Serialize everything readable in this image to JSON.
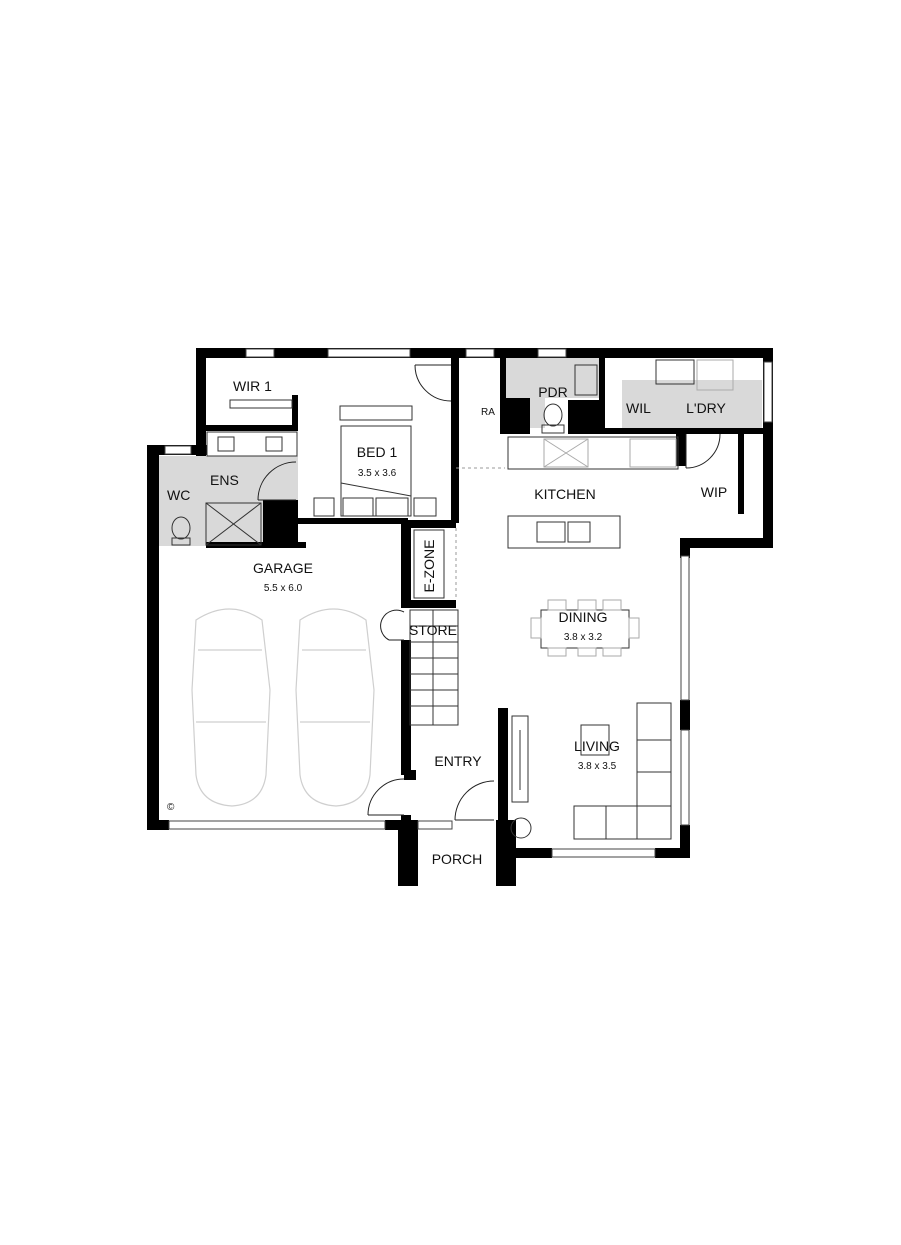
{
  "plan": {
    "rooms": {
      "wir1": "WIR 1",
      "bed1": "BED 1",
      "bed1_size": "3.5 x 3.6",
      "ens": "ENS",
      "wc": "WC",
      "pdr": "PDR",
      "ra": "RA",
      "wil": "WIL",
      "laundry": "L'DRY",
      "kitchen": "KITCHEN",
      "wip": "WIP",
      "garage": "GARAGE",
      "garage_size": "5.5 x 6.0",
      "ezone": "E-ZONE",
      "store": "STORE",
      "dining": "DINING",
      "dining_size": "3.8 x 3.2",
      "living": "LIVING",
      "living_size": "3.8 x 3.5",
      "entry": "ENTRY",
      "porch": "PORCH",
      "copyright": "©"
    },
    "colors": {
      "wall": "#000000",
      "wet_area": "#d9d9d9",
      "fixture_line": "#333333"
    }
  }
}
